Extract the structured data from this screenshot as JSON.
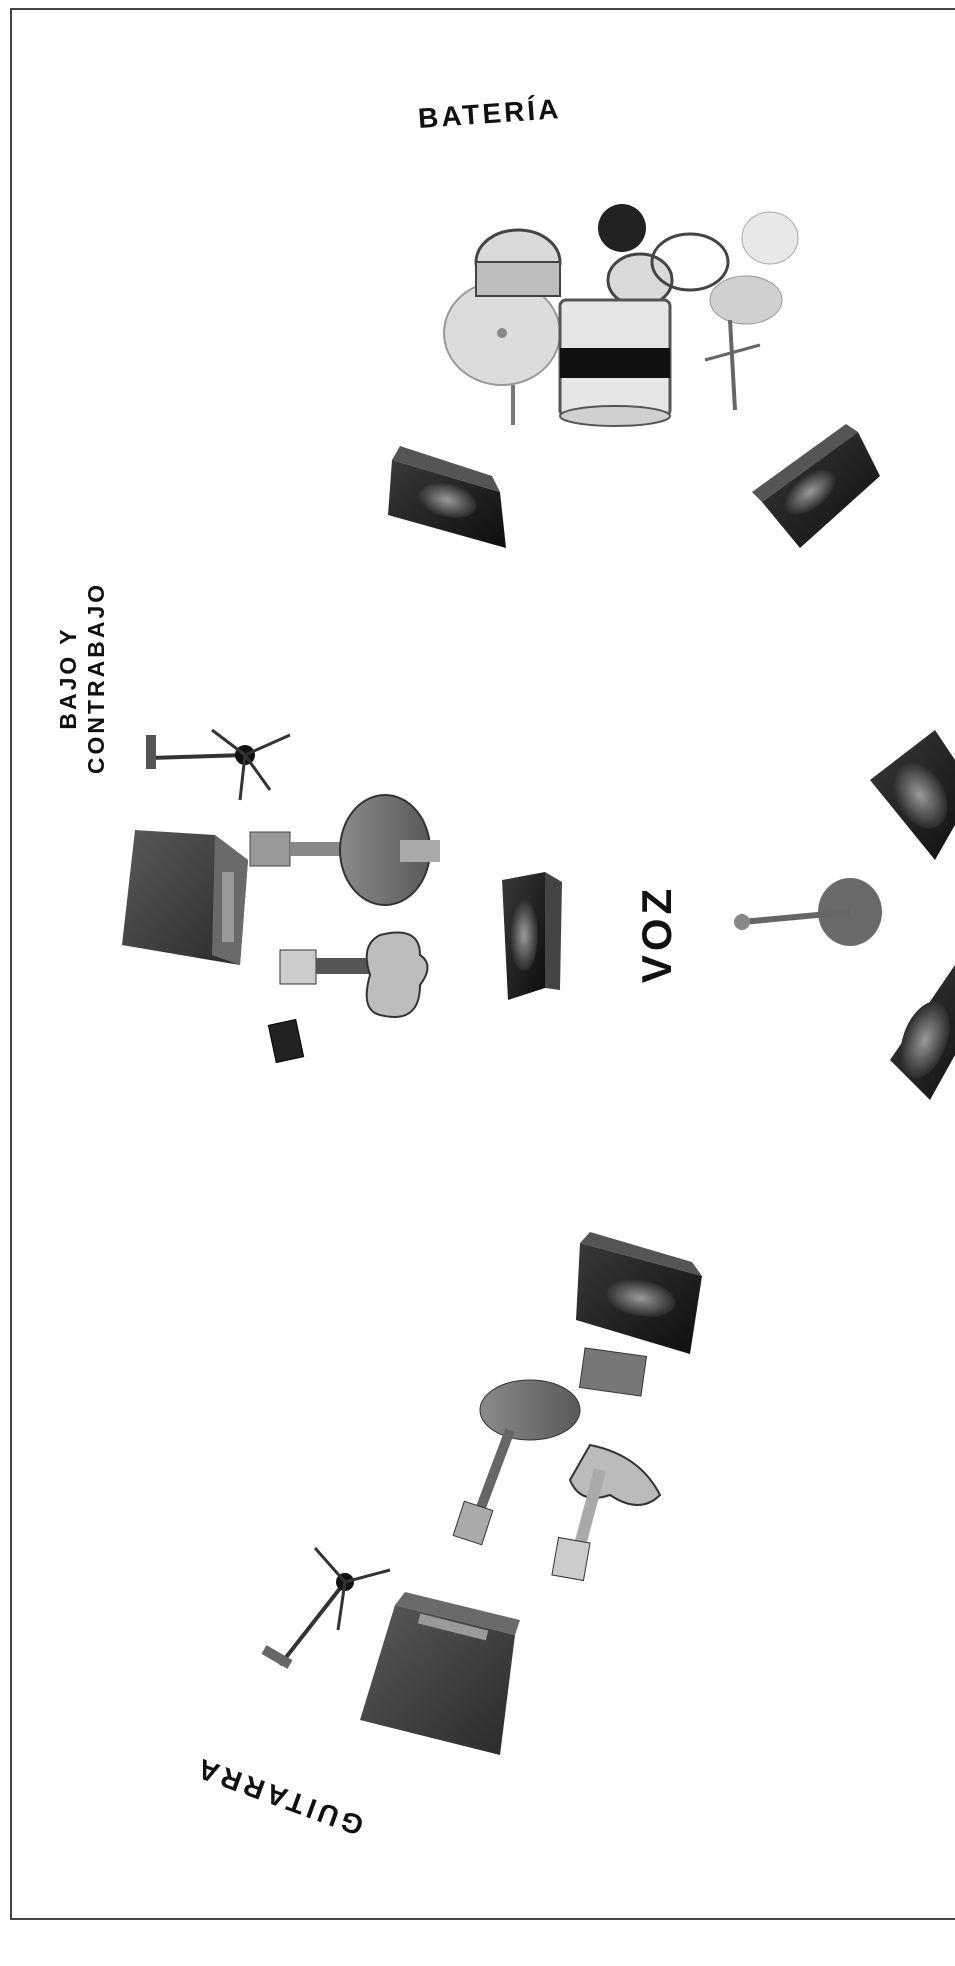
{
  "labels": {
    "bateria": "BATERÍA",
    "bajo_line1": "BAJO Y",
    "bajo_line2": "CONTRABAJO",
    "voz": "VOZ",
    "guitarra": "GUITARRA"
  },
  "colors": {
    "frame": "#444444",
    "speaker": "#1c1c1c",
    "speaker_cone": "#7a7a7a",
    "cymbal": "#d8d8d8",
    "amp": "#3a3a3a"
  }
}
